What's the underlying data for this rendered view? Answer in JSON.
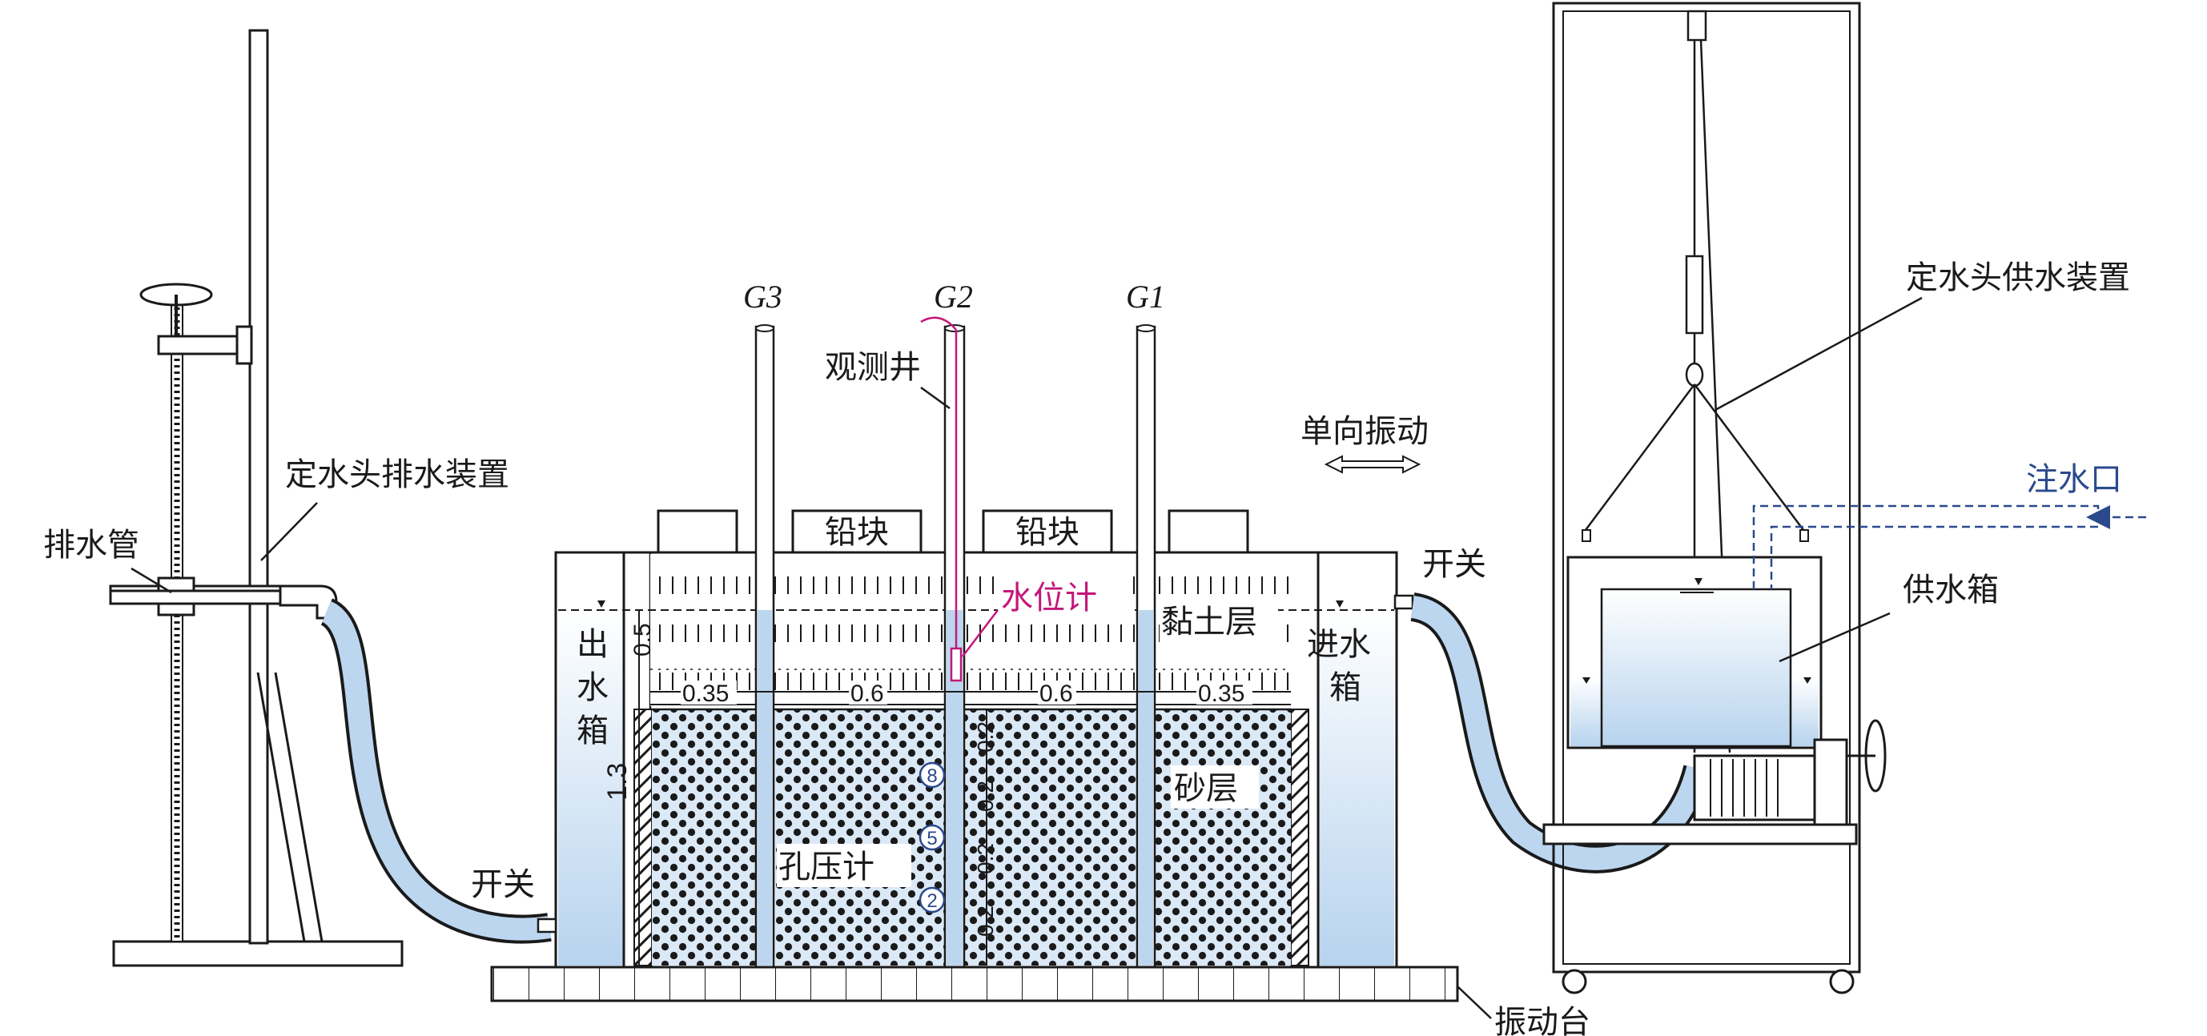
{
  "labels": {
    "g3": "G3",
    "g2": "G2",
    "g1": "G1",
    "observation_well": "观测井",
    "one_way_vibration": "单向振动",
    "lead_block": "铅块",
    "water_level_gauge": "水位计",
    "clay_layer": "黏土层",
    "sand_layer": "砂层",
    "pore_pressure_gauge": "孔压计",
    "outlet_box": "出水箱",
    "inlet_box": "进水箱",
    "constant_head_drain": "定水头排水装置",
    "drain_pipe": "排水管",
    "switch": "开关",
    "shaking_table": "振动台",
    "constant_head_supply": "定水头供水装置",
    "water_inlet": "注水口",
    "supply_tank": "供水箱"
  },
  "dimensions": {
    "left_gap": "0.35",
    "mid_left": "0.6",
    "mid_right": "0.6",
    "right_gap": "0.35",
    "clay_thickness": "0.5",
    "total_height": "1.3",
    "sensor_spacing": [
      "0.2",
      "0.2",
      "0.2",
      "0.2"
    ]
  },
  "sensors": [
    "8",
    "5",
    "2"
  ],
  "colors": {
    "water": "#cfe3f4",
    "water_dark": "#7ea8d6",
    "accent": "#c2187a",
    "inlet_arrow": "#2a4a8c",
    "line": "#1a1a1a"
  }
}
